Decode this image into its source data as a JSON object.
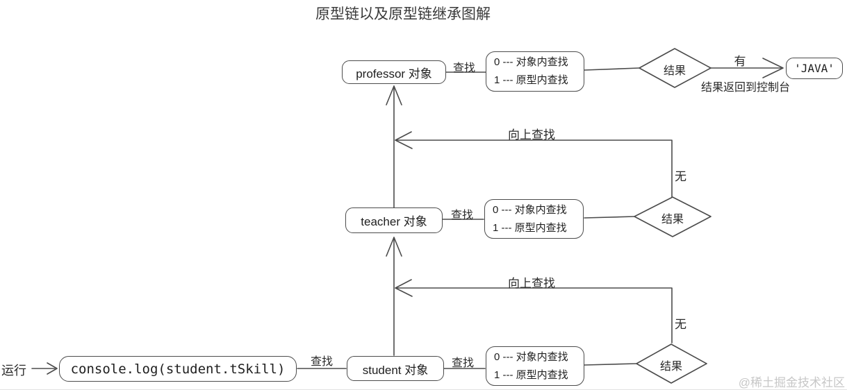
{
  "title": "原型链以及原型链继承图解",
  "watermark": "@稀土掘金技术社区",
  "flow": {
    "run": "运行",
    "code": "console.log(student.tSkill)",
    "search": "查找",
    "search_up": "向上查找",
    "no": "无",
    "yes": "有",
    "result": "结果",
    "return_to_console": "结果返回到控制台",
    "final_value": "'JAVA'"
  },
  "objects": {
    "professor": "professor 对象",
    "teacher": "teacher 对象",
    "student": "student 对象"
  },
  "lookup": {
    "line0": "0 --- 对象内查找",
    "line1": "1 --- 原型内查找"
  },
  "colors": {
    "stroke": "#4b4b4b",
    "text": "#222222",
    "watermark": "#c7c7c7",
    "background": "#ffffff"
  }
}
